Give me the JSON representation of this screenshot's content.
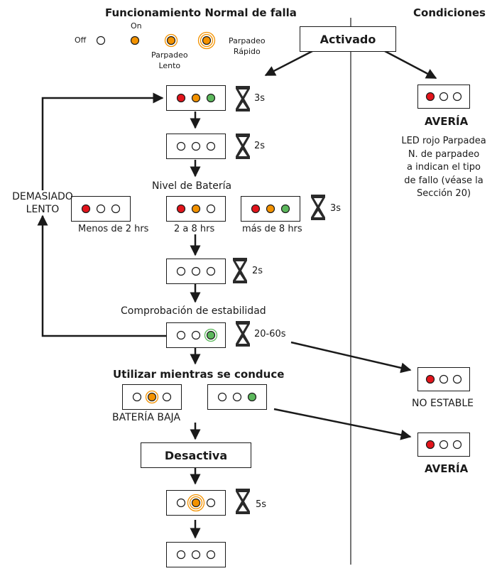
{
  "header": {
    "left_title": "Funcionamiento Normal de falla",
    "right_title": "Condiciones"
  },
  "legend": {
    "off": "Off",
    "on": "On",
    "slow_line1": "Parpadeo",
    "slow_line2": "Lento",
    "fast_line1": "Parpadeo",
    "fast_line2": "Rápido"
  },
  "nodes": {
    "activado": "Activado",
    "desactiva": "Desactiva"
  },
  "timers": {
    "t1": "3s",
    "t2": "2s",
    "t3": "3s",
    "t4": "2s",
    "t5": "20-60s",
    "t6": "5s"
  },
  "labels": {
    "battery_level": "Nivel de Batería",
    "less_2": "Menos de 2 hrs",
    "two_to_8": "2 a 8 hrs",
    "more_8": "más de 8 hrs",
    "stability": "Comprobación de estabilidad",
    "too_slow_line1": "DEMASIADO",
    "too_slow_line2": "LENTO",
    "use_driving": "Utilizar mientras se conduce",
    "low_battery": "BATERÍA BAJA"
  },
  "conditions": {
    "fault_title": "AVERÍA",
    "fault_desc": [
      "LED rojo Parpadea",
      "N. de parpadeo",
      "a indican el tipo",
      "de fallo (véase la",
      "Sección 20)"
    ],
    "not_stable": "NO ESTABLE",
    "fault_title_2": "AVERÍA"
  },
  "colors": {
    "red": "#e3141b",
    "orange": "#f39200",
    "green": "#5cb85c",
    "line": "#1a1a1a"
  }
}
